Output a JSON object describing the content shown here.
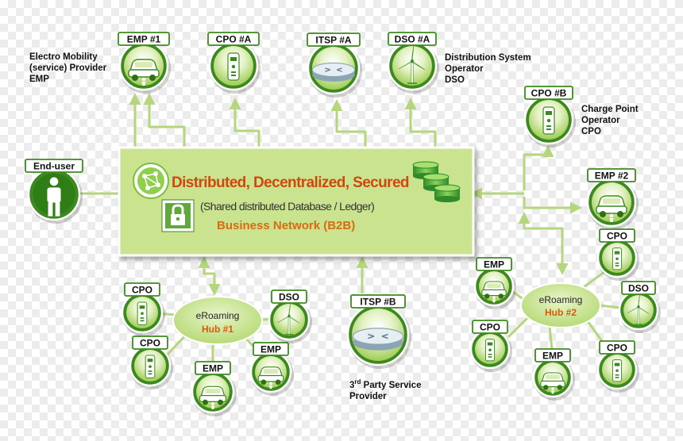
{
  "colors": {
    "primary_green": "#3c8a1f",
    "light_green": "#c6e48a",
    "panel_green": "#c9e38f",
    "connector": "#b5d67c",
    "headline_orange": "#d0470f",
    "network_orange": "#d96a10"
  },
  "network": {
    "headline": "Distributed, Decentralized, Secured",
    "subtitle": "(Shared distributed Database / Ledger)",
    "label": "Business Network (B2B)",
    "icons": [
      "network-nodes-icon",
      "padlock-icon",
      "database-stack-icon"
    ]
  },
  "nodes": [
    {
      "id": "emp1",
      "label": "EMP #1",
      "icon": "car"
    },
    {
      "id": "cpoA",
      "label": "CPO #A",
      "icon": "charger"
    },
    {
      "id": "itspA",
      "label": "ITSP  #A",
      "icon": "router"
    },
    {
      "id": "dsoA",
      "label": "DSO #A",
      "icon": "turbine"
    },
    {
      "id": "cpoB",
      "label": "CPO #B",
      "icon": "charger"
    },
    {
      "id": "emp2",
      "label": "EMP #2",
      "icon": "car"
    },
    {
      "id": "enduser",
      "label": "End-user",
      "icon": "person"
    },
    {
      "id": "itspB",
      "label": "ITSP  #B",
      "icon": "router"
    },
    {
      "id": "h1_cpo_a",
      "label": "CPO",
      "icon": "charger"
    },
    {
      "id": "h1_cpo_b",
      "label": "CPO",
      "icon": "charger"
    },
    {
      "id": "h1_emp_a",
      "label": "EMP",
      "icon": "car"
    },
    {
      "id": "h1_emp_b",
      "label": "EMP",
      "icon": "car"
    },
    {
      "id": "h1_dso",
      "label": "DSO",
      "icon": "turbine"
    },
    {
      "id": "h2_emp_a",
      "label": "EMP",
      "icon": "car"
    },
    {
      "id": "h2_cpo_a",
      "label": "CPO",
      "icon": "charger"
    },
    {
      "id": "h2_cpo_b",
      "label": "CPO",
      "icon": "charger"
    },
    {
      "id": "h2_dso",
      "label": "DSO",
      "icon": "turbine"
    },
    {
      "id": "h2_emp_b",
      "label": "EMP",
      "icon": "car"
    },
    {
      "id": "h2_cpo_c",
      "label": "CPO",
      "icon": "charger"
    }
  ],
  "hubs": [
    {
      "id": "hub1",
      "name": "eRoaming",
      "number": "Hub  #1"
    },
    {
      "id": "hub2",
      "name": "eRoaming",
      "number": "Hub #2"
    }
  ],
  "captions": {
    "emp": [
      "Electro Mobility",
      "(service) Provider",
      "EMP"
    ],
    "dso": [
      "Distribution System",
      "Operator",
      "DSO"
    ],
    "cpo": [
      "Charge Point",
      "Operator",
      "CPO"
    ],
    "third_party": {
      "prefix": "3",
      "superscript": "rd",
      "rest": " Party Service",
      "line2": "Provider"
    }
  }
}
